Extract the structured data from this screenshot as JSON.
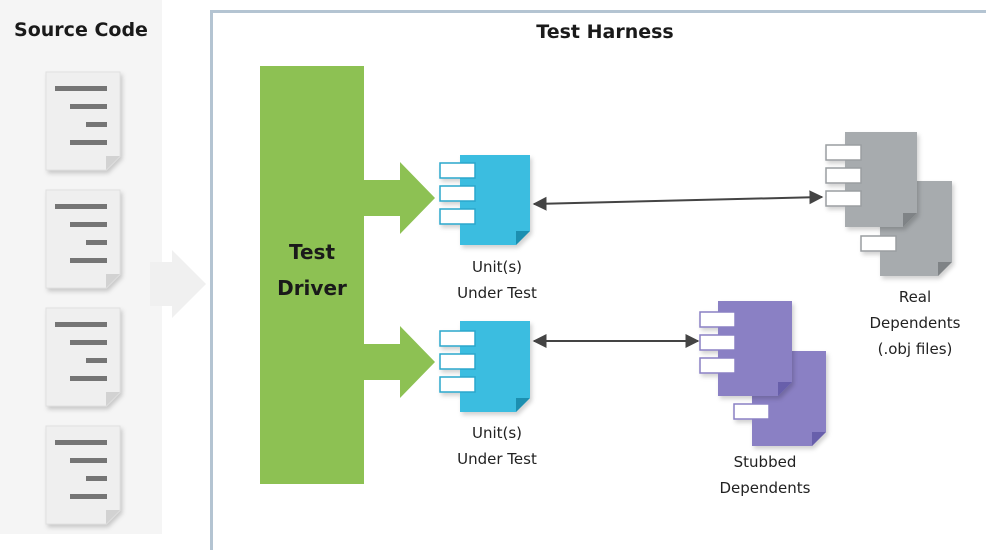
{
  "left_panel": {
    "title": "Source Code"
  },
  "harness": {
    "title": "Test Harness"
  },
  "driver": {
    "line1": "Test",
    "line2": "Driver"
  },
  "units": [
    {
      "line1": "Unit(s)",
      "line2": "Under Test"
    },
    {
      "line1": "Unit(s)",
      "line2": "Under Test"
    }
  ],
  "real_dependents": {
    "line1": "Real",
    "line2": "Dependents",
    "line3": "(.obj files)"
  },
  "stubbed_dependents": {
    "line1": "Stubbed",
    "line2": "Dependents"
  },
  "colors": {
    "driver": "#8dc153",
    "unit": "#3bbde0",
    "real": "#a7abae",
    "stub": "#8a80c4",
    "doc": "#f0f0f0",
    "border": "#b4c4d2"
  }
}
